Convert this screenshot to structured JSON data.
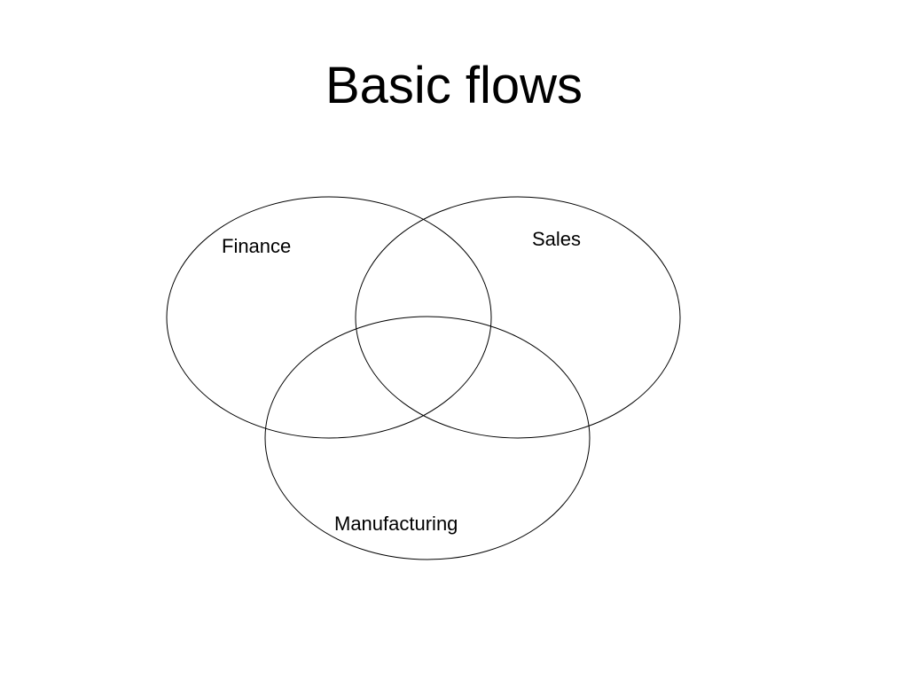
{
  "slide": {
    "title": "Basic flows"
  },
  "venn": {
    "sets": [
      {
        "id": "finance",
        "label": "Finance"
      },
      {
        "id": "sales",
        "label": "Sales"
      },
      {
        "id": "manufacturing",
        "label": "Manufacturing"
      }
    ],
    "stroke_color": "#000000",
    "background_color": "#ffffff"
  }
}
